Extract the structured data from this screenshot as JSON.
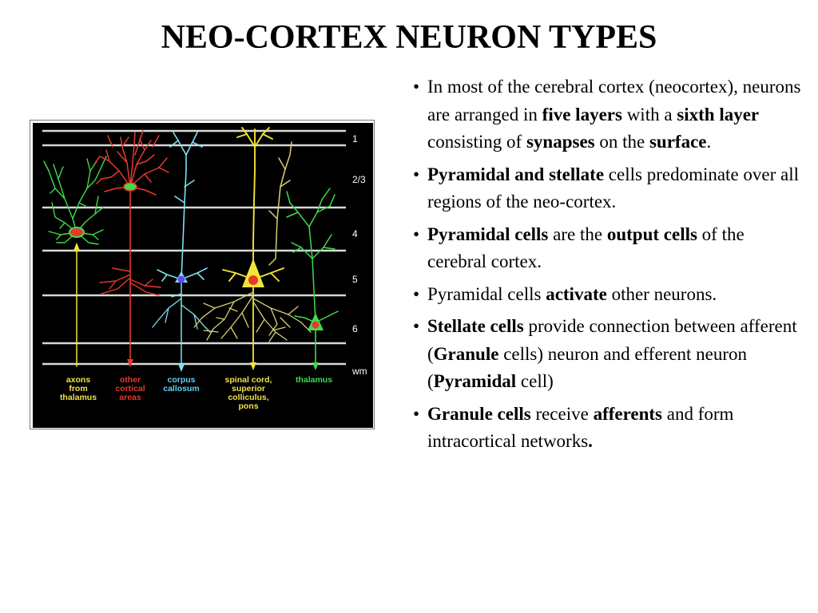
{
  "title": "NEO-CORTEX NEURON TYPES",
  "diagram": {
    "layer_labels": [
      "1",
      "2/3",
      "4",
      "5",
      "6",
      "wm"
    ],
    "target_labels": [
      {
        "lines": [
          "axons",
          "from",
          "thalamus"
        ],
        "color": "#f2e24a"
      },
      {
        "lines": [
          "other",
          "cortical",
          "areas"
        ],
        "color": "#e8382c"
      },
      {
        "lines": [
          "corpus",
          "callosum"
        ],
        "color": "#5ad4f0"
      },
      {
        "lines": [
          "spinal cord,",
          "superior",
          "colliculus,",
          "pons"
        ],
        "color": "#f2e24a"
      },
      {
        "lines": [
          "thalamus"
        ],
        "color": "#3fdc4a"
      }
    ],
    "colors": {
      "background": "#000000",
      "layer_line": "#d8d8d8",
      "green_cell": "#3fdc4a",
      "red_cell": "#e8382c",
      "cyan_cell": "#7fe0f0",
      "yellow_cell": "#f2e43a",
      "khaki_branches": "#d8d070"
    }
  },
  "bullets": [
    [
      {
        "t": "In most of the cerebral cortex (neocortex), neurons are arranged in "
      },
      {
        "t": "five layers",
        "b": true
      },
      {
        "t": " with a "
      },
      {
        "t": "sixth layer",
        "b": true
      },
      {
        "t": " consisting of "
      },
      {
        "t": "synapses",
        "b": true
      },
      {
        "t": " on the "
      },
      {
        "t": "surface",
        "b": true
      },
      {
        "t": "."
      }
    ],
    [
      {
        "t": "Pyramidal and stellate",
        "b": true
      },
      {
        "t": " cells predominate over all regions of the neo-cortex."
      }
    ],
    [
      {
        "t": "Pyramidal cells",
        "b": true
      },
      {
        "t": " are the "
      },
      {
        "t": "output cells",
        "b": true
      },
      {
        "t": " of the cerebral cortex."
      }
    ],
    [
      {
        "t": "Pyramidal cells "
      },
      {
        "t": "activate",
        "b": true
      },
      {
        "t": " other neurons."
      }
    ],
    [
      {
        "t": "Stellate cells",
        "b": true
      },
      {
        "t": " provide connection between afferent ("
      },
      {
        "t": "Granule",
        "b": true
      },
      {
        "t": " cells) neuron and efferent neuron ("
      },
      {
        "t": "Pyramidal",
        "b": true
      },
      {
        "t": " cell)"
      }
    ],
    [
      {
        "t": "Granule cells",
        "b": true
      },
      {
        "t": " receive "
      },
      {
        "t": "afferents",
        "b": true
      },
      {
        "t": " and form intracortical networks"
      },
      {
        "t": ".",
        "b": true
      }
    ]
  ]
}
